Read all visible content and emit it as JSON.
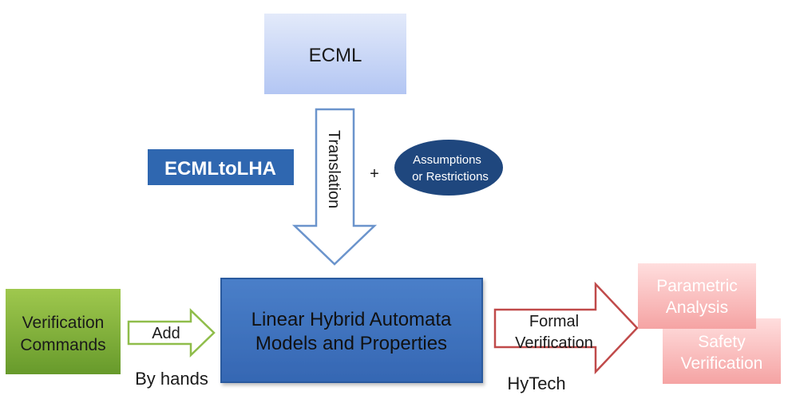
{
  "diagram": {
    "ecml_box": "ECML",
    "translation_label": "Translation",
    "tool_badge": "ECMLtoLHA",
    "plus_sign": "+",
    "assumptions_line1": "Assumptions",
    "assumptions_line2": "or Restrictions",
    "verification_line1": "Verification",
    "verification_line2": "Commands",
    "add_label": "Add",
    "by_hands_label": "By hands",
    "lha_line1": "Linear Hybrid Automata",
    "lha_line2": "Models and Properties",
    "formal_line1": "Formal",
    "formal_line2": "Verification",
    "hytech_label": "HyTech",
    "parametric_line1": "Parametric",
    "parametric_line2": "Analysis",
    "safety_line1": "Safety",
    "safety_line2": "Verification"
  },
  "colors": {
    "ecml_fill_top": "#dde6f9",
    "ecml_fill_bottom": "#b6c9f4",
    "badge_fill": "#2f67b0",
    "ellipse_fill": "#1f477e",
    "green_fill_top": "#9bc44a",
    "green_fill_bottom": "#6a9a2c",
    "lha_fill": "#3d73c0",
    "lha_border": "#2b5a9e",
    "pink_fill_top": "#ffd6d6",
    "pink_fill_bottom": "#f6a7a7",
    "down_arrow_border": "#6b94cc",
    "add_arrow_border": "#8fbd4a",
    "formal_arrow_border": "#c04a4a"
  }
}
